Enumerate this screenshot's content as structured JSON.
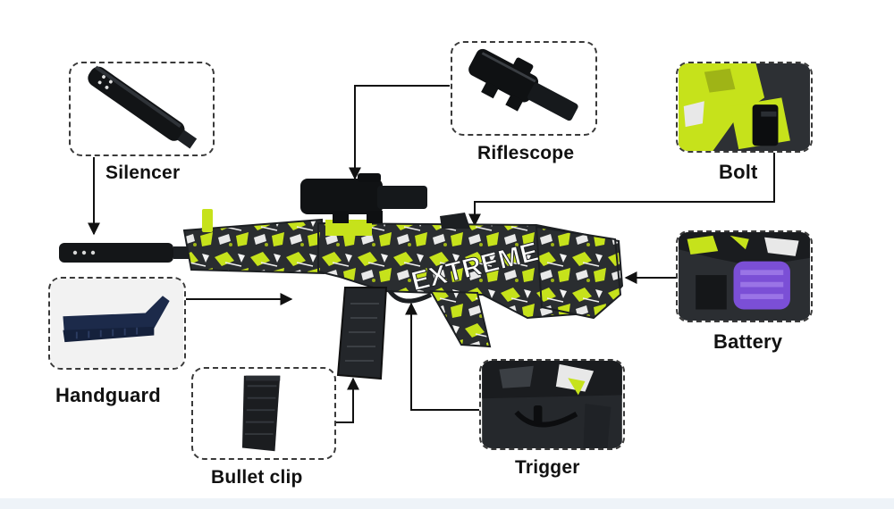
{
  "labels": {
    "silencer": "Silencer",
    "riflescope": "Riflescope",
    "bolt": "Bolt",
    "battery": "Battery",
    "handguard": "Handguard",
    "bullet_clip": "Bullet clip",
    "trigger": "Trigger"
  },
  "gun_graffiti_text": "EXTREME",
  "colors": {
    "accent_green": "#c6e21b",
    "gun_dark": "#1c1f22",
    "battery_purple": "#7b4fd6",
    "dashed_border": "#3a3a3a",
    "arrow": "#111111",
    "label_text": "#111111"
  },
  "icons": [
    "silencer",
    "riflescope",
    "bolt",
    "battery",
    "handguard",
    "magazine",
    "trigger",
    "gel-blaster-rifle"
  ]
}
